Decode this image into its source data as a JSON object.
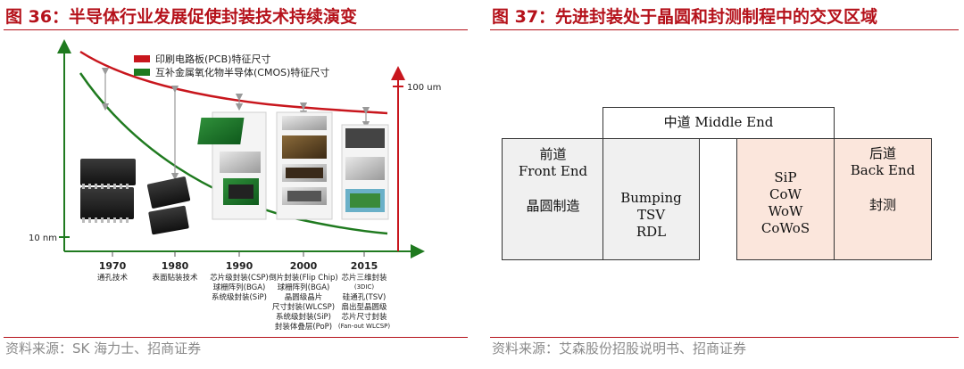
{
  "left": {
    "title": "图 36：半导体行业发展促使封装技术持续演变",
    "legend": [
      {
        "label": "印刷电路板(PCB)特征尺寸",
        "color": "#c8161d"
      },
      {
        "label": "互补金属氧化物半导体(CMOS)特征尺寸",
        "color": "#1f7a1f"
      }
    ],
    "y_labels": {
      "top": "100 um",
      "bottom": "10 nm"
    },
    "milestones": [
      {
        "year": "1970",
        "items": [
          "通孔技术"
        ]
      },
      {
        "year": "1980",
        "items": [
          "表面贴装技术"
        ]
      },
      {
        "year": "1990",
        "items": [
          "芯片级封装(CSP)",
          "球栅阵列(BGA)",
          "系统级封装(SiP)"
        ]
      },
      {
        "year": "2000",
        "items": [
          "倒片封装(Flip Chip)",
          "球栅阵列(BGA)",
          "晶圆级晶片",
          "尺寸封装(WLCSP)",
          "系统级封装(SiP)",
          "封装体叠层(PoP)"
        ]
      },
      {
        "year": "2015",
        "items": [
          "芯片三维封装",
          "(3DIC)",
          "硅通孔(TSV)",
          "扇出型晶圆级",
          "芯片尺寸封装",
          "(Fan-out WLCSP)"
        ]
      }
    ],
    "source": "资料来源：SK 海力士、招商证券",
    "colors": {
      "pcb": "#c8161d",
      "cmos": "#1f7a1f",
      "axis": "#1f7a1f",
      "title": "#b5121b"
    }
  },
  "right": {
    "title": "图 37：先进封装处于晶圆和封测制程中的交叉区域",
    "middle_label": "中道 Middle End",
    "front": {
      "cn": "前道",
      "en": "Front End",
      "desc": "晶圆制造"
    },
    "mid_left": [
      "Bumping",
      "TSV",
      "RDL"
    ],
    "mid_right": [
      "SiP",
      "CoW",
      "WoW",
      "CoWoS"
    ],
    "back": {
      "cn": "后道",
      "en": "Back End",
      "desc": "封测"
    },
    "source": "资料来源：艾森股份招股说明书、招商证券",
    "colors": {
      "front_fill": "#f0f0f0",
      "back_fill": "#fbe6dc"
    }
  }
}
